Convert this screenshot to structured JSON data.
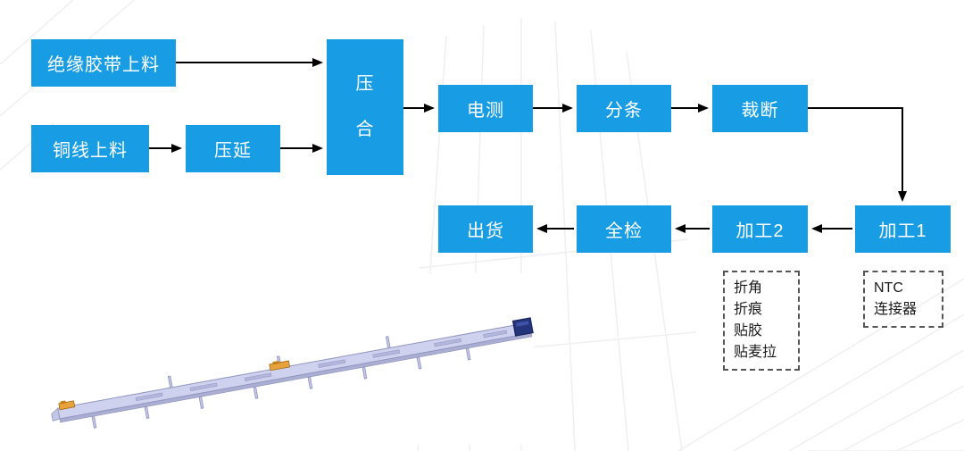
{
  "colors": {
    "box_blue": "#189DE4",
    "box_text": "#FFFFFF",
    "arrow": "#000000",
    "note_border": "#555555"
  },
  "nodes": {
    "insulation_tape": "绝缘胶带上料",
    "copper_wire": "铜线上料",
    "calendering": "压延",
    "laminating": "压合",
    "electrical_test": "电测",
    "slitting": "分条",
    "cutting": "裁断",
    "processing1": "加工1",
    "processing2": "加工2",
    "full_inspection": "全检",
    "shipping": "出货"
  },
  "notes": {
    "processing2_lines": [
      "折角",
      "折痕",
      "贴胶",
      "贴麦拉"
    ],
    "processing1_lines": [
      "NTC",
      "连接器"
    ]
  }
}
